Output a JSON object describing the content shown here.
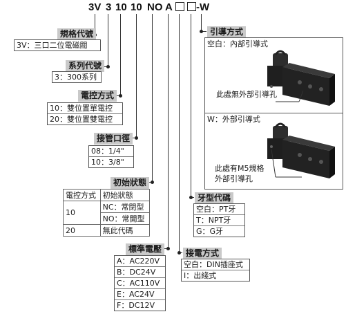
{
  "code": {
    "prefix": "3V",
    "series": "3",
    "port": "10",
    "control": "10",
    "state": "NO",
    "voltage": "A",
    "suffix": "-W"
  },
  "groups": {
    "spec": {
      "title": "規格代號",
      "items": [
        "3V：三口二位電磁閥"
      ]
    },
    "series": {
      "title": "系列代號",
      "items": [
        "3：300系列"
      ]
    },
    "control": {
      "title": "電控方式",
      "items": [
        "10：雙位置單電控",
        "20：雙位置雙電控"
      ]
    },
    "port": {
      "title": "接管口徑",
      "items": [
        "08：1/4\"",
        "10：3/8\""
      ]
    },
    "state": {
      "title": "初始狀態",
      "header": [
        "電控方式",
        "初始狀態"
      ],
      "rows": [
        {
          "mode": "10",
          "states": [
            "NC：常閉型",
            "NO：常開型"
          ]
        },
        {
          "mode": "20",
          "states": [
            "無此代碼"
          ]
        }
      ]
    },
    "voltage": {
      "title": "標準電壓",
      "items": [
        "A：AC220V",
        "B：DC24V",
        "C：AC110V",
        "E：AC24V",
        "F：DC12V"
      ]
    },
    "wiring": {
      "title": "接電方式",
      "items": [
        "空白：DIN插座式",
        "I：出綫式"
      ]
    },
    "thread": {
      "title": "牙型代碼",
      "items": [
        "空白：PT牙",
        "T：NPT牙",
        "G：G牙"
      ]
    },
    "pilot": {
      "title": "引導方式",
      "internal_label": "空白：內部引導式",
      "internal_note": "此處無外部引導孔",
      "external_label": "W：外部引導式",
      "external_note_1": "此處有M5規格",
      "external_note_2": "外部引導孔"
    }
  }
}
